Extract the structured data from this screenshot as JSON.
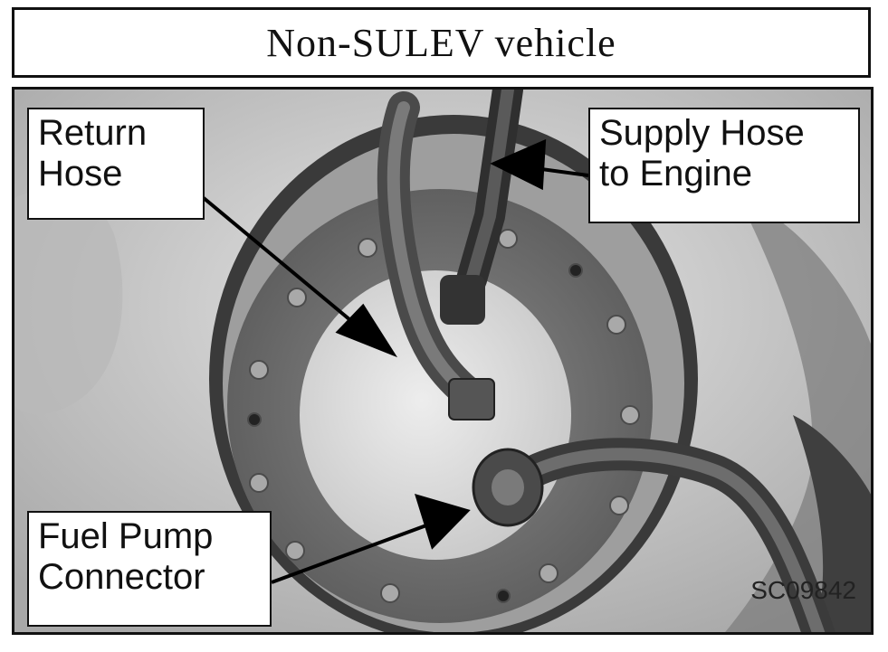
{
  "title": "Non-SULEV vehicle",
  "callouts": {
    "return_hose": {
      "line1": "Return",
      "line2": "Hose"
    },
    "supply_hose": {
      "line1": "Supply Hose",
      "line2": "to Engine"
    },
    "fuel_pump_connector": {
      "line1": "Fuel Pump",
      "line2": "Connector"
    }
  },
  "image_code": "SC09842"
}
